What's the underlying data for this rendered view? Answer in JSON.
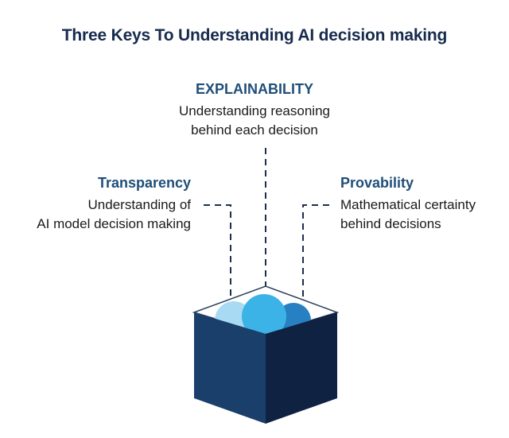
{
  "title": "Three Keys To Understanding AI decision making",
  "keys": {
    "explainability": {
      "heading": "EXPLAINABILITY",
      "desc_line1": "Understanding reasoning",
      "desc_line2": "behind each decision"
    },
    "transparency": {
      "heading": "Transparency",
      "desc_line1": "Understanding of",
      "desc_line2": "AI model decision making"
    },
    "provability": {
      "heading": "Provability",
      "desc_line1": "Mathematical certainty",
      "desc_line2": "behind decisions"
    }
  },
  "colors": {
    "title": "#172b4d",
    "heading": "#1f4e79",
    "cube_front": "#1b3f6b",
    "cube_side": "#0f2241",
    "cube_top": "#ffffff",
    "sphere_light": "#a9daf3",
    "sphere_mid": "#3bb3e6",
    "sphere_dark": "#2680c2",
    "connector": "#1b2f4e"
  }
}
